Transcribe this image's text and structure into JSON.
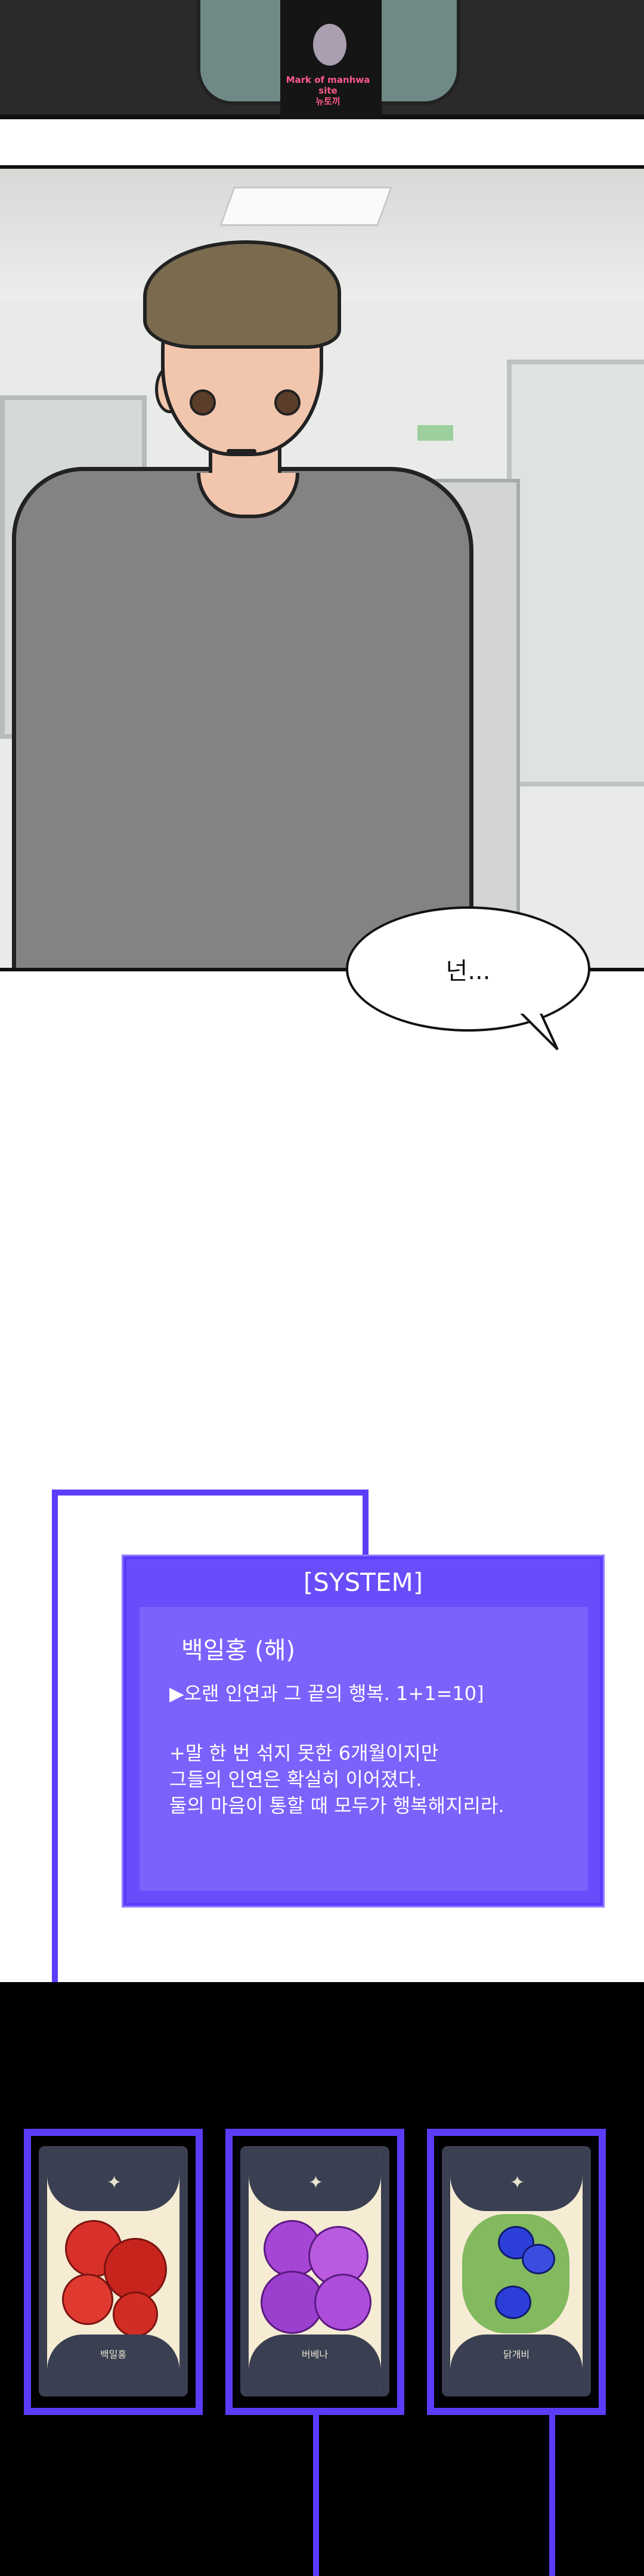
{
  "watermark": {
    "line1": "Mark of manhwa site",
    "line2": "뉴토끼"
  },
  "speech": {
    "text": "넌..."
  },
  "system": {
    "title": "[SYSTEM]",
    "name": "백일홍 (해)",
    "subtitle": "▶오랜 인연과 그 끝의 행복. 1+1=10]",
    "lines": [
      "+말 한 번 섞지 못한 6개월이지만",
      "그들의 인연은 확실히 이어졌다.",
      "둘의 마음이 통할 때 모두가 행복해지리라."
    ]
  },
  "cards": [
    {
      "label": "백일홍",
      "flower_color": "#d8302a"
    },
    {
      "label": "버베나",
      "flower_color": "#a646d6"
    },
    {
      "label": "닭개비",
      "flower_color": "#2c3ed8"
    }
  ],
  "colors": {
    "accent": "#5a3dfb",
    "system_bg": "#6a4cfb",
    "system_inner": "#7a63fd"
  }
}
